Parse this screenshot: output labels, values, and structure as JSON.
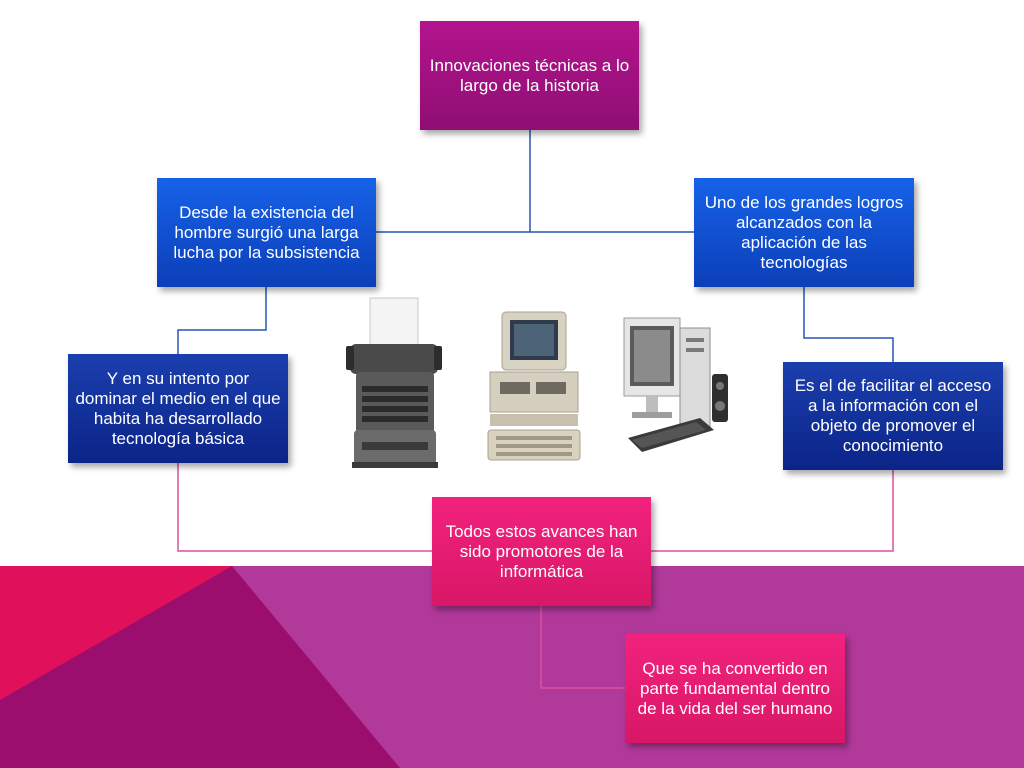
{
  "diagram": {
    "nodes": {
      "top": "Innovaciones técnicas  a lo largo de la historia",
      "left_upper": "Desde la existencia del hombre surgió una larga lucha por la subsistencia",
      "right_upper": "Uno de los grandes logros alcanzados con la aplicación de las tecnologías",
      "left_lower": "Y en su intento por dominar el medio en el que habita ha desarrollado tecnología básica",
      "right_lower": "Es el de facilitar el acceso a la información con el objeto de promover el conocimiento",
      "center_bottom": "Todos estos avances han sido promotores de la informática",
      "bottom_right": "Que se ha convertido en parte fundamental dentro de la vida del ser humano"
    },
    "images": [
      "typewriter",
      "retro-desktop-computer",
      "modern-desktop-computer"
    ]
  },
  "colors": {
    "node_purple": "#a4117f",
    "node_blue_light": "#1252d6",
    "node_blue_dark": "#0f2e9c",
    "node_pink": "#e81c72",
    "connector_blue": "#2456b6",
    "connector_pink": "#d9539c",
    "bg_magenta": "#b1399a",
    "bg_crimson": "#e0105a",
    "bg_dark_magenta": "#9c0e6e"
  }
}
